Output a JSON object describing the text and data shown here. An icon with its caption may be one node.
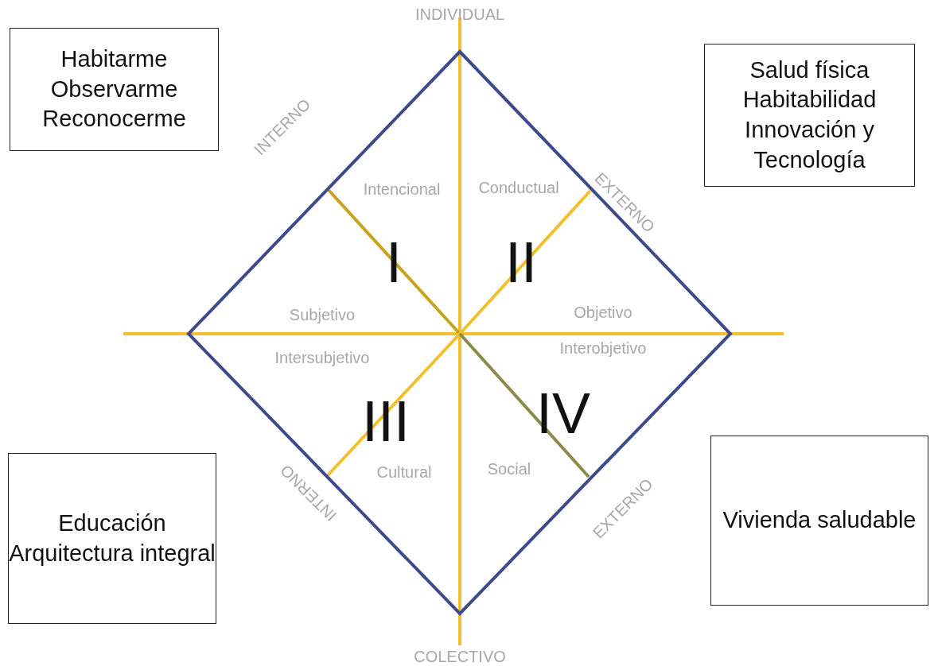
{
  "diagram": {
    "nodes": [
      {
        "text": [
          "Habitarme",
          "Observarme",
          "Reconocerme"
        ]
      },
      {
        "text": [
          "Salud física",
          "Habitabilidad",
          "Innovación y Tecnología"
        ]
      },
      {
        "text": [
          "Educación",
          "Arquitectura integral"
        ]
      },
      {
        "text": [
          "Vivienda saludable"
        ]
      }
    ],
    "labels": [
      "INDIVIDUAL",
      "INTERNO",
      "Intencional",
      "Conductual",
      "EXTERNO",
      "I",
      "II",
      "Subjetivo",
      "Objetivo",
      "Intersubjetivo",
      "Interobjetivo",
      "III",
      "IV",
      "INTERNO",
      "Cultural",
      "Social",
      "EXTERNO",
      "COLECTIVO"
    ]
  }
}
